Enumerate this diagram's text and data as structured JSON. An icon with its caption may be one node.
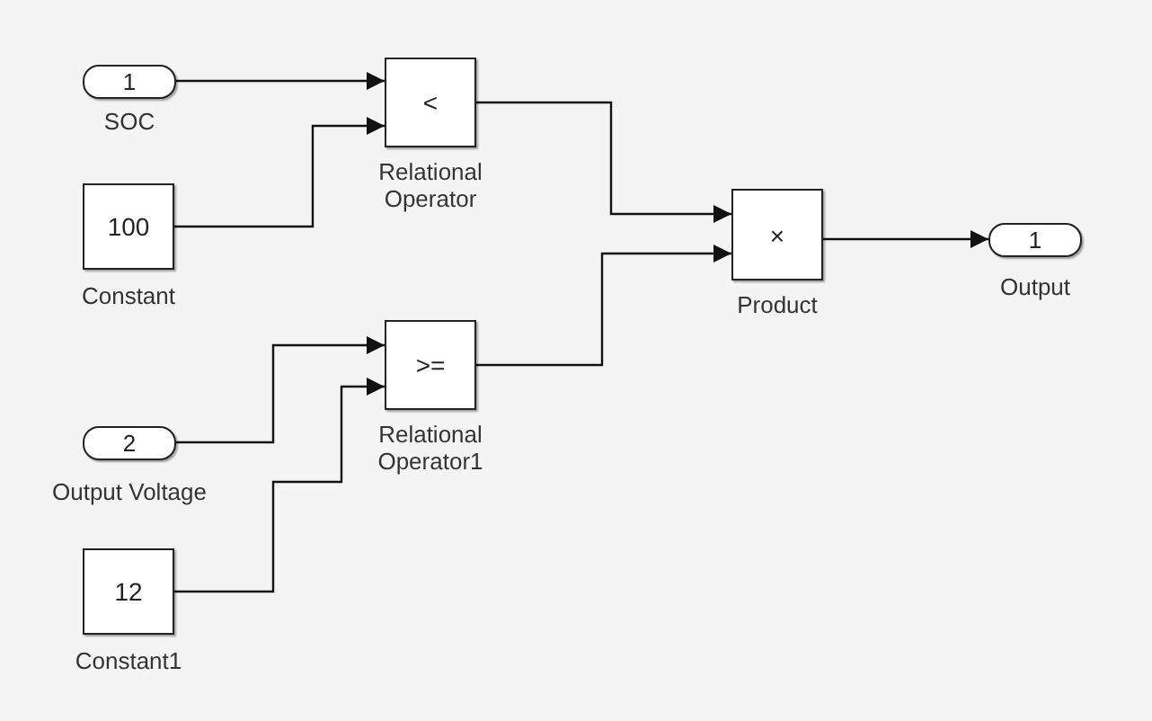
{
  "diagram": {
    "nodes": [
      {
        "text": [
          "1"
        ],
        "beside": [
          "SOC"
        ]
      },
      {
        "text": [
          "100"
        ],
        "beside": [
          "Constant"
        ]
      },
      {
        "text": [
          "<"
        ],
        "beside": [
          "Relational Operator"
        ]
      },
      {
        "text": [
          "2"
        ],
        "beside": [
          "Output Voltage"
        ]
      },
      {
        "text": [
          "12"
        ],
        "beside": [
          "Constant1"
        ]
      },
      {
        "text": [
          ">="
        ],
        "beside": [
          "Relational Operator1"
        ]
      },
      {
        "text": [
          "×"
        ],
        "beside": [
          "Product"
        ]
      },
      {
        "text": [
          "1"
        ],
        "beside": [
          "Output"
        ]
      }
    ],
    "edges": [
      {
        "from": 0,
        "to": 2,
        "arrow": "to"
      },
      {
        "from": 1,
        "to": 2,
        "arrow": "to"
      },
      {
        "from": 3,
        "to": 5,
        "arrow": "to"
      },
      {
        "from": 4,
        "to": 5,
        "arrow": "to"
      },
      {
        "from": 2,
        "to": 6,
        "arrow": "to"
      },
      {
        "from": 5,
        "to": 6,
        "arrow": "to"
      },
      {
        "from": 6,
        "to": 7,
        "arrow": "to"
      }
    ]
  }
}
